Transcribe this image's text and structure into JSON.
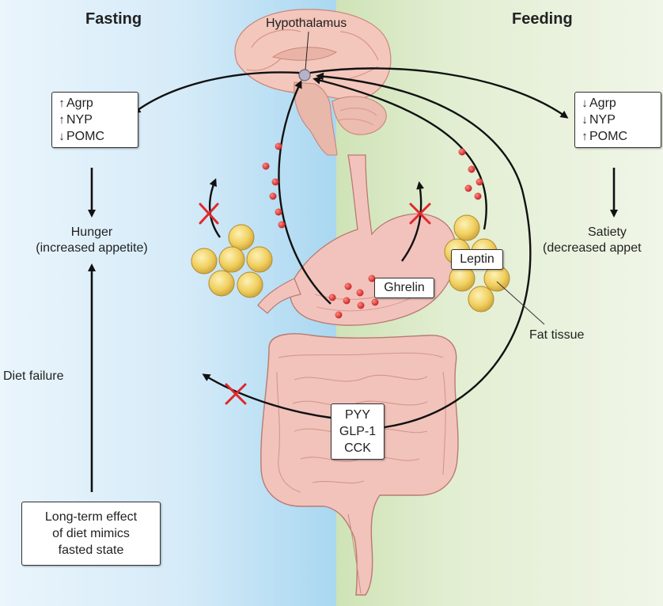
{
  "headers": {
    "left": "Fasting",
    "right": "Feeding"
  },
  "hypothalamus_label": "Hypothalamus",
  "fasting_box": [
    {
      "arrow": "↑",
      "text": "Agrp"
    },
    {
      "arrow": "↑",
      "text": "NYP"
    },
    {
      "arrow": "↓",
      "text": "POMC"
    }
  ],
  "feeding_box": [
    {
      "arrow": "↓",
      "text": "Agrp"
    },
    {
      "arrow": "↓",
      "text": "NYP"
    },
    {
      "arrow": "↑",
      "text": "POMC"
    }
  ],
  "hunger": {
    "line1": "Hunger",
    "line2": "(increased appetite)"
  },
  "satiety": {
    "line1": "Satiety",
    "line2": "(decreased appet"
  },
  "diet_failure": "Diet failure",
  "long_term_box": {
    "line1": "Long-term effect",
    "line2": "of diet mimics",
    "line3": "fasted state"
  },
  "ghrelin": "Ghrelin",
  "leptin": "Leptin",
  "fat_tissue": "Fat tissue",
  "gut_hormones": {
    "line1": "PYY",
    "line2": "GLP-1",
    "line3": "CCK"
  },
  "colors": {
    "fasting_bg": "#d3eaf7",
    "feeding_bg": "#e3efd3",
    "hormone_dot": "#d8262a",
    "inhibit_x": "#e0282c",
    "fat_cell": "#f2d36a",
    "organ_pink": "#f2c3bc"
  }
}
